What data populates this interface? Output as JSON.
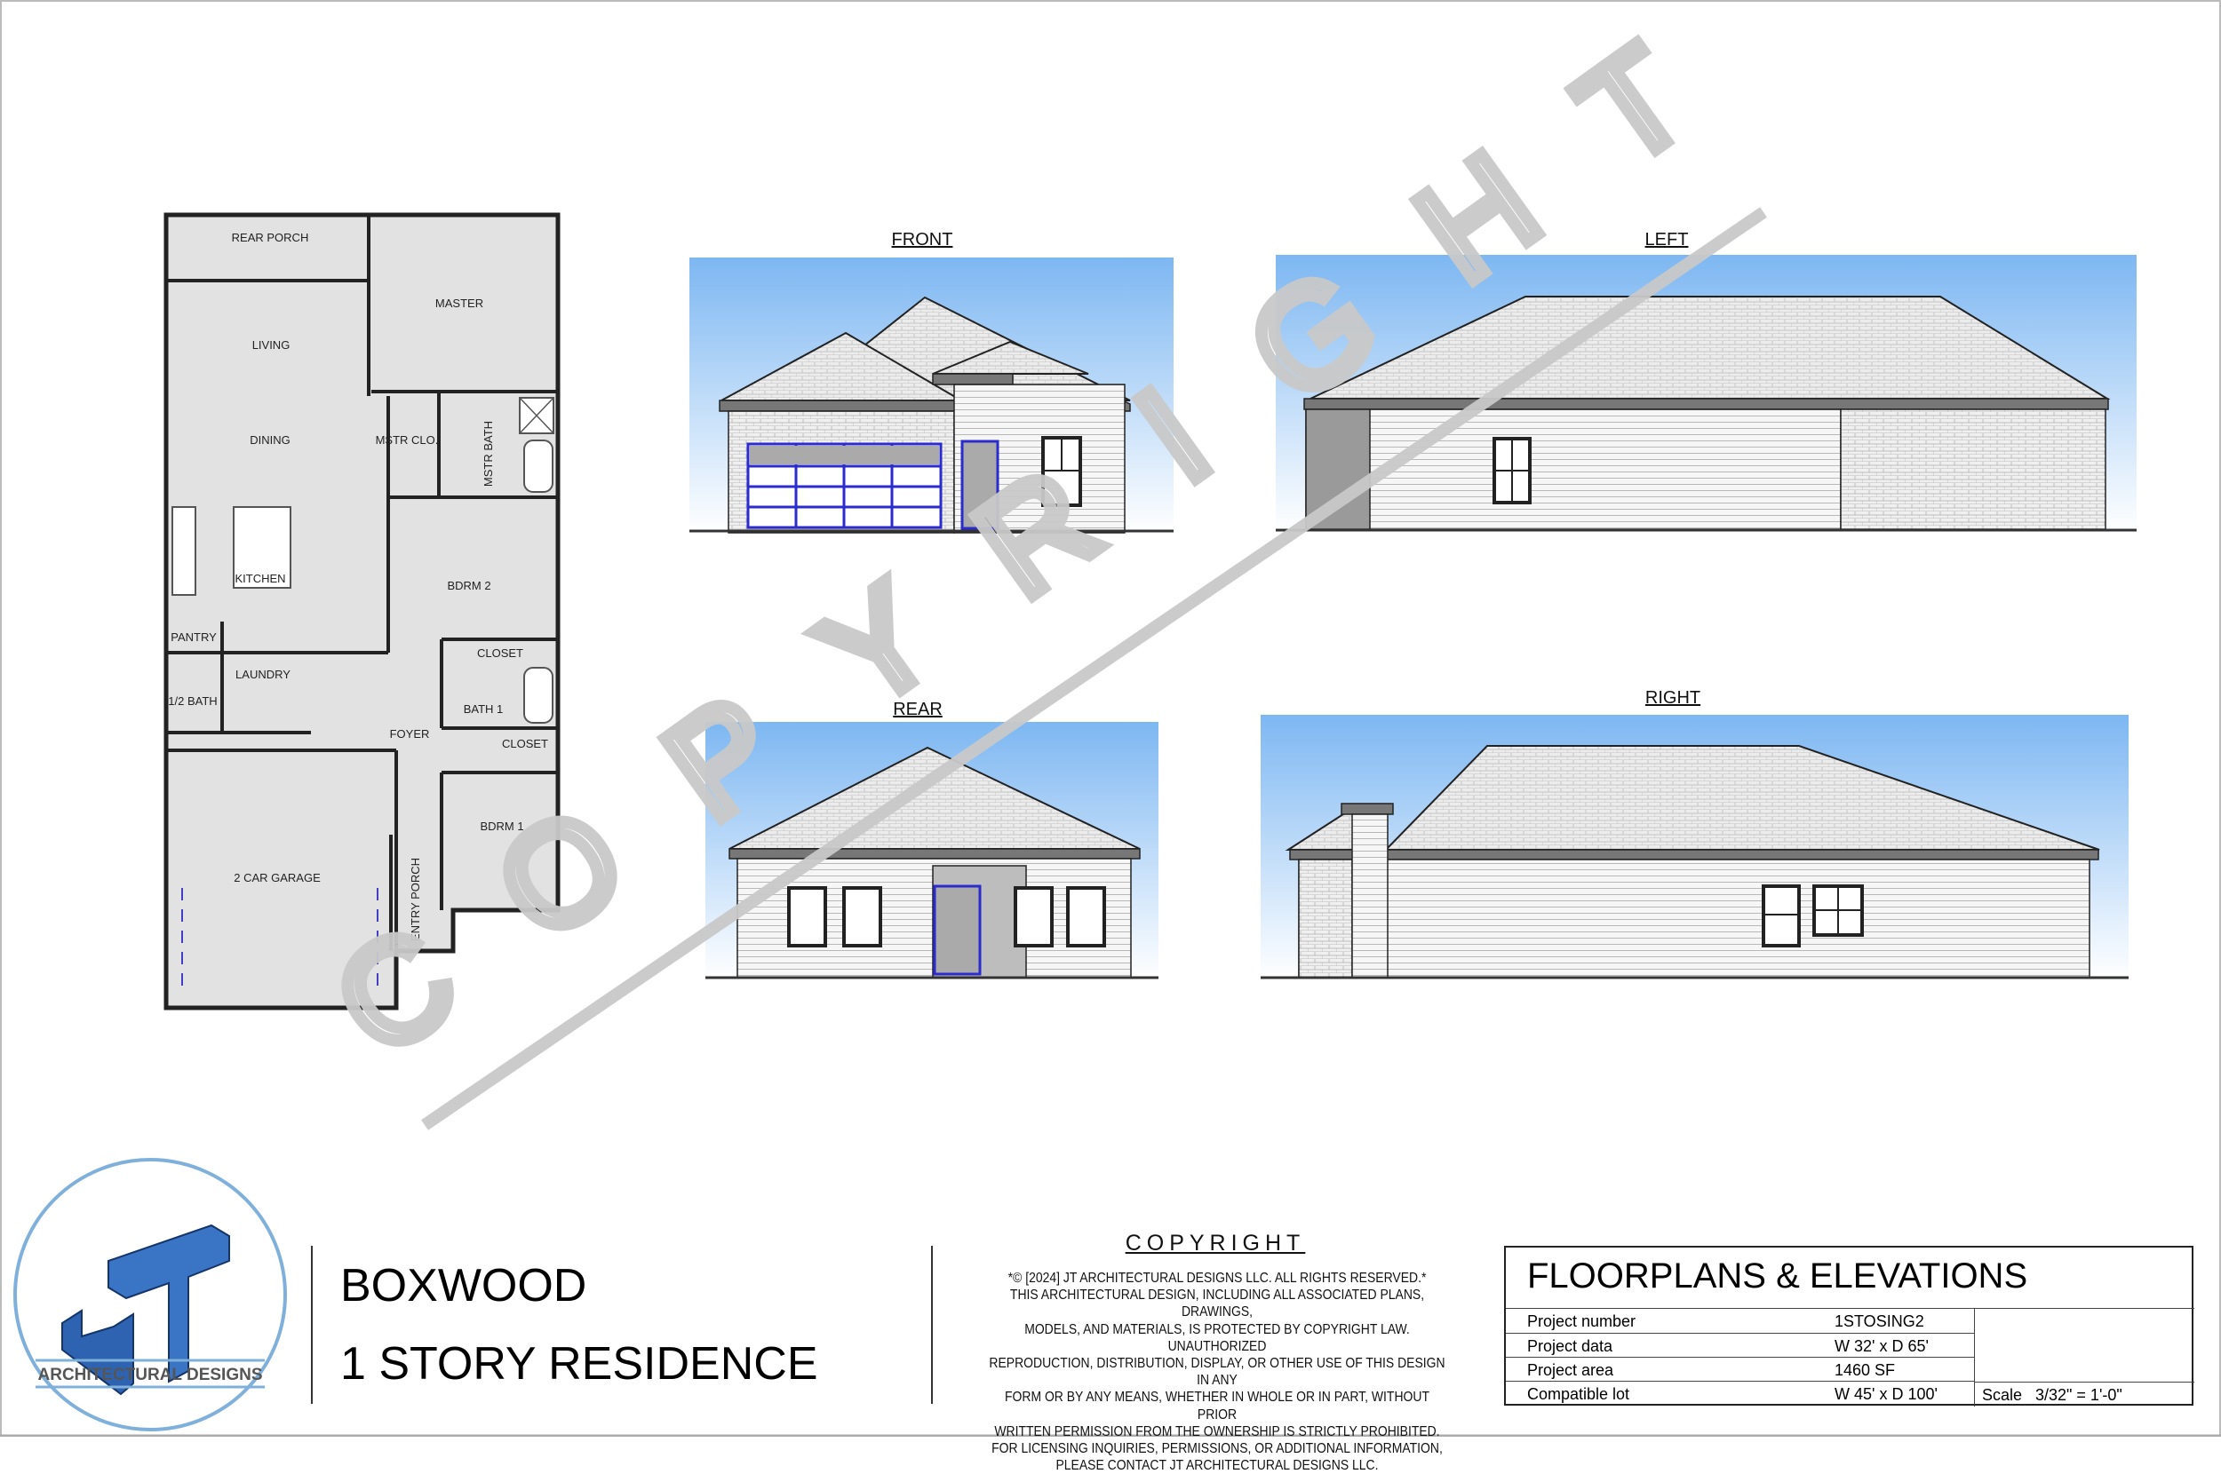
{
  "views": {
    "front": "FRONT",
    "left": "LEFT",
    "rear": "REAR",
    "right": "RIGHT"
  },
  "floorplan": {
    "rooms": [
      "REAR PORCH",
      "MASTER",
      "LIVING",
      "DINING",
      "MSTR CLO.",
      "MSTR BATH",
      "KITCHEN",
      "BDRM 2",
      "PANTRY",
      "CLOSET",
      "LAUNDRY",
      "1/2 BATH",
      "BATH 1",
      "FOYER",
      "CLOSET",
      "BDRM 1",
      "2 CAR GARAGE",
      "ENTRY PORCH"
    ]
  },
  "watermark": "COPYRIGHT",
  "logo": {
    "letters": "JT",
    "subtitle": "ARCHITECTURAL DESIGNS",
    "color": "#2d63b0"
  },
  "project": {
    "name": "BOXWOOD",
    "type": "1 STORY RESIDENCE"
  },
  "copyright": {
    "heading": "COPYRIGHT",
    "lines": [
      "*© [2024] JT ARCHITECTURAL DESIGNS LLC. ALL RIGHTS RESERVED.*",
      "THIS ARCHITECTURAL DESIGN, INCLUDING ALL ASSOCIATED PLANS, DRAWINGS,",
      "MODELS, AND MATERIALS, IS PROTECTED BY COPYRIGHT LAW. UNAUTHORIZED",
      "REPRODUCTION, DISTRIBUTION, DISPLAY, OR OTHER USE OF THIS DESIGN IN ANY",
      "FORM OR BY ANY MEANS, WHETHER IN WHOLE OR IN PART, WITHOUT PRIOR",
      "WRITTEN PERMISSION FROM THE OWNERSHIP IS STRICTLY PROHIBITED.",
      "FOR LICENSING INQUIRIES, PERMISSIONS, OR ADDITIONAL INFORMATION,",
      "PLEASE CONTACT JT ARCHITECTURAL DESIGNS LLC."
    ]
  },
  "title_block": {
    "title": "FLOORPLANS & ELEVATIONS",
    "rows": [
      {
        "label": "Project number",
        "value": "1STOSING2"
      },
      {
        "label": "Project data",
        "value": "W 32' x D 65'"
      },
      {
        "label": "Project area",
        "value": "1460 SF"
      },
      {
        "label": "Compatible lot",
        "value": "W 45' x D 100'"
      }
    ],
    "scale_label": "Scale",
    "scale_value": "3/32\" = 1'-0\""
  },
  "colors": {
    "sky_top": "#7db7f2",
    "sky_bottom": "#ffffff",
    "roof": "#e8e8e8",
    "wall": "#f2f2f2",
    "garage_door": "#2b2bd0",
    "plan_fill": "#e2e2e2",
    "watermark": "#c9c9c9"
  }
}
